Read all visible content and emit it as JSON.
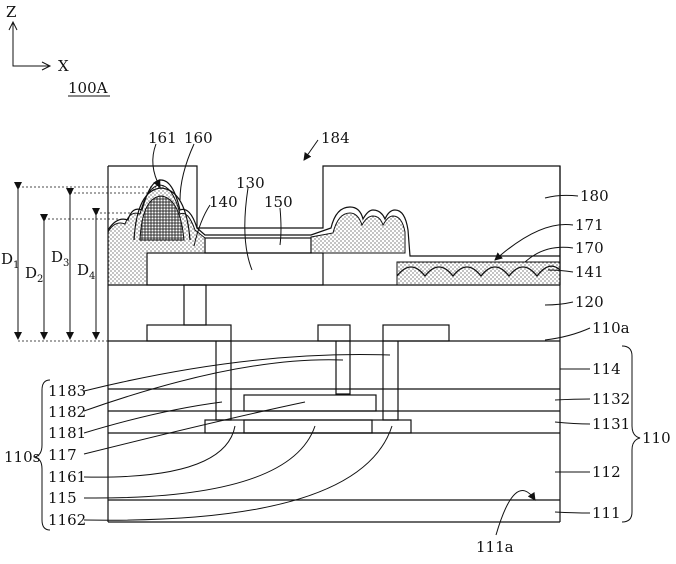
{
  "figure_ref": "100A",
  "axes": {
    "z": "Z",
    "x": "X"
  },
  "labels": {
    "l161": "161",
    "l160": "160",
    "l184": "184",
    "l130": "130",
    "l140": "140",
    "l150": "150",
    "l180": "180",
    "l171": "171",
    "l170": "170",
    "l141": "141",
    "l120": "120",
    "l110a": "110a",
    "l114": "114",
    "l1132": "1132",
    "l1131": "1131",
    "l110": "110",
    "l112": "112",
    "l111": "111",
    "l111a": "111a",
    "l1183": "1183",
    "l1182": "1182",
    "l1181": "1181",
    "l110s": "110s",
    "l117": "117",
    "l1161": "1161",
    "l115": "115",
    "l1162": "1162"
  },
  "dims": {
    "d1": {
      "main": "D",
      "sub": "1"
    },
    "d2": {
      "main": "D",
      "sub": "2"
    },
    "d3": {
      "main": "D",
      "sub": "3"
    },
    "d4": {
      "main": "D",
      "sub": "4"
    }
  },
  "colors": {
    "ink": "#111111",
    "fill": "#ffffff"
  }
}
